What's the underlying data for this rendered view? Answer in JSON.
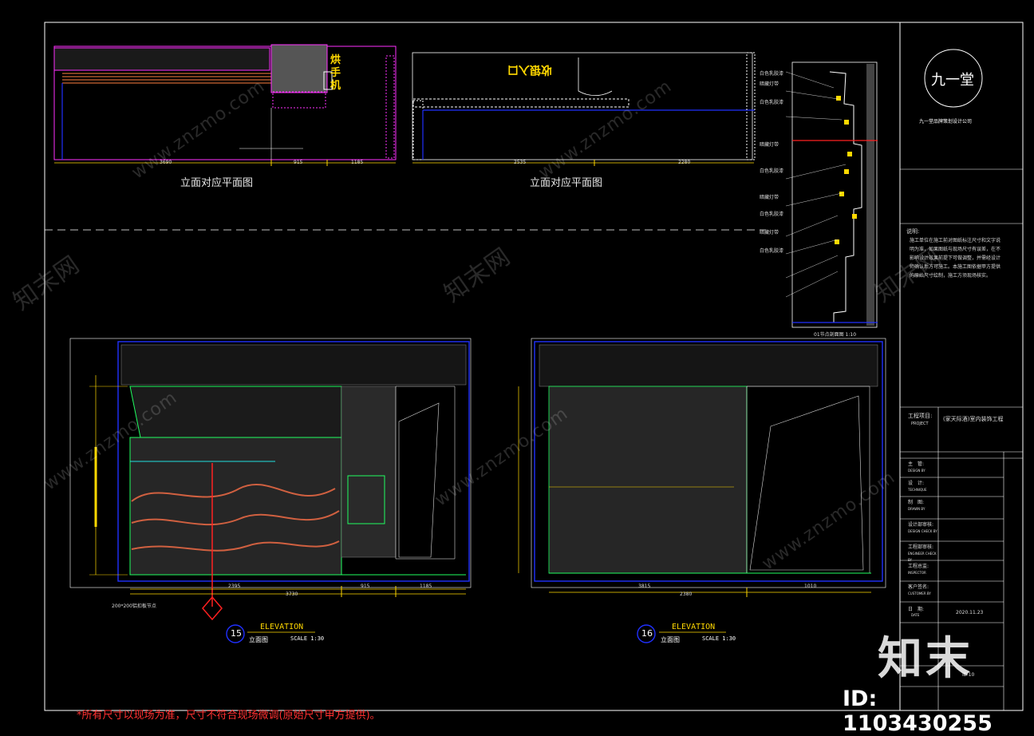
{
  "colors": {
    "background": "#000000",
    "frame": "#ffffff",
    "wall_outline": "#2030ff",
    "finish_line": "#20ff60",
    "dimension": "#ffd800",
    "magenta": "#ff30ff",
    "red_marker": "#ff2020",
    "hatch": "#c8c8c8",
    "cyan_text": "#20e0e0"
  },
  "plans": {
    "left_caption": "立面对应平面图",
    "right_caption": "立面对应平面图",
    "left_label": "烘手机",
    "right_label": "收银入口",
    "left_dims": [
      "3690",
      "915",
      "1185"
    ],
    "right_dims": [
      "2535",
      "2280"
    ]
  },
  "elevations": [
    {
      "number": "15",
      "title": "ELEVATION",
      "subtitle": "立面图",
      "scale": "SCALE 1:30",
      "bottom_dims": [
        "2395",
        "3730",
        "915",
        "1185"
      ],
      "callout": "200*200铝扣板节点"
    },
    {
      "number": "16",
      "title": "ELEVATION",
      "subtitle": "立面图",
      "scale": "SCALE 1:30",
      "bottom_dims": [
        "3815",
        "2380",
        "1010"
      ],
      "callout": ""
    }
  ],
  "section": {
    "caption": "01节点剖面图 1:10",
    "labels": [
      "白色乳胶漆",
      "暗藏灯带",
      "白色乳胶漆",
      "暗藏灯带",
      "白色乳胶漆",
      "暗藏灯带",
      "白色乳胶漆",
      "暗藏灯带",
      "白色乳胶漆"
    ]
  },
  "title_block": {
    "logo_text": "九一堂",
    "company": "九一堂品牌策划设计公司",
    "notes_title": "说明:",
    "notes_body": "施工单位在施工前对图纸标注尺寸和文字说明为准，如果图纸与现场尺寸有误差，在不影响设计效果前提下可做调整，并需经设计师确认后方可施工。本施工图依据甲方提供的原始尺寸绘制，施工方须现场核实。",
    "project_label": "工程项目:",
    "project_label_en": "PROJECT",
    "project_value": "(家天际酒)室内装饰工程",
    "rows": [
      {
        "cn": "主　管:",
        "en": "DESIGN BY"
      },
      {
        "cn": "设　计:",
        "en": "TECHNIQUE"
      },
      {
        "cn": "制　图:",
        "en": "DRAWN BY"
      },
      {
        "cn": "设计部审核:",
        "en": "DESIGN CHECK BY"
      },
      {
        "cn": "工程部审核:",
        "en": "ENGINEER CHECK BY"
      },
      {
        "cn": "工程总监:",
        "en": "INSPECTOR"
      },
      {
        "cn": "客户签名:",
        "en": "CUSTOMER BY"
      }
    ],
    "date_label": "日　期:",
    "date_en": "DATE",
    "date_value": "2020.11.23",
    "drawing_no": "IE-10"
  },
  "footer_note": "*所有尺寸以现场为准，尺寸不符合现场微调(原始尺寸甲方提供)。",
  "watermark": {
    "brand": "知末",
    "id_text": "ID: 1103430255",
    "url": "www.znzmo.com",
    "cn": "知末网"
  }
}
